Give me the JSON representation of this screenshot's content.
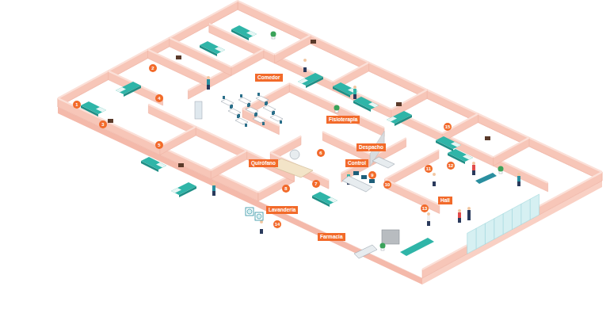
{
  "diagram": {
    "nodes": [
      {
        "text": [
          "Comedor"
        ]
      },
      {
        "text": [
          "Fisioterapia"
        ]
      },
      {
        "text": [
          "Quirófano"
        ]
      },
      {
        "text": [
          "Despacho"
        ]
      },
      {
        "text": [
          "Control"
        ]
      },
      {
        "text": [
          "Lavandería"
        ]
      },
      {
        "text": [
          "Farmacia"
        ]
      },
      {
        "text": [
          "Hall"
        ]
      }
    ],
    "labels": [
      "1",
      "2",
      "3",
      "4",
      "5",
      "6",
      "7",
      "8",
      "9",
      "10",
      "11",
      "12",
      "13",
      "14",
      "15"
    ]
  }
}
